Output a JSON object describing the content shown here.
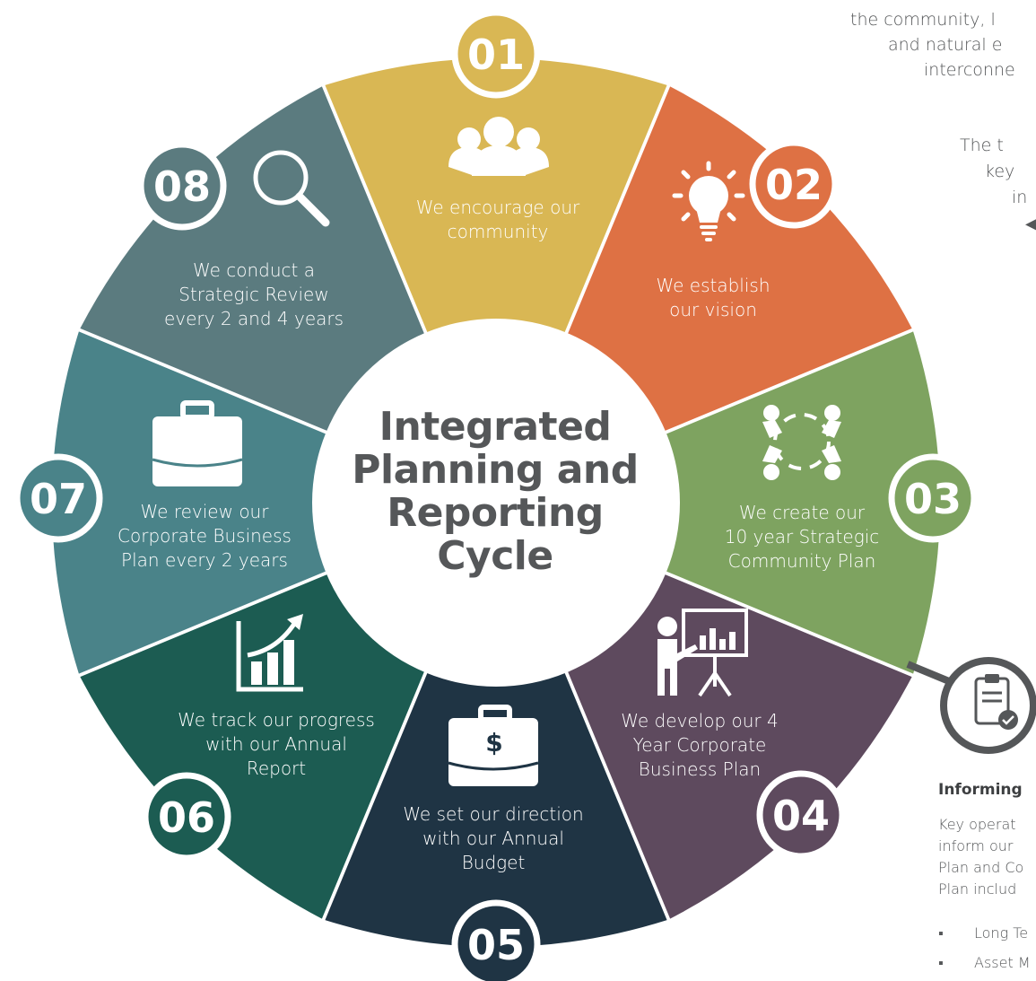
{
  "title": [
    "Integrated",
    "Planning and",
    "Reporting",
    "Cycle"
  ],
  "segments": [
    {
      "number": "01",
      "lines": [
        "We encourage our",
        "community"
      ],
      "color": "#d9b754",
      "icon": "people-group-icon"
    },
    {
      "number": "02",
      "lines": [
        "We establish",
        "our vision"
      ],
      "color": "#de7144",
      "icon": "lightbulb-icon"
    },
    {
      "number": "03",
      "lines": [
        "We create our",
        "10 year Strategic",
        "Community Plan"
      ],
      "color": "#7ea360",
      "icon": "round-table-icon"
    },
    {
      "number": "04",
      "lines": [
        "We develop our 4",
        "Year Corporate",
        "Business Plan"
      ],
      "color": "#5e4a5e",
      "icon": "presentation-icon"
    },
    {
      "number": "05",
      "lines": [
        "We set our direction",
        "with our Annual",
        "Budget"
      ],
      "color": "#1f3444",
      "icon": "money-briefcase-icon"
    },
    {
      "number": "06",
      "lines": [
        "We track our progress",
        "with our Annual",
        "Report"
      ],
      "color": "#1c5c52",
      "icon": "growth-chart-icon"
    },
    {
      "number": "07",
      "lines": [
        "We review our",
        "Corporate Business",
        "Plan every 2 years"
      ],
      "color": "#4a8389",
      "icon": "briefcase-icon"
    },
    {
      "number": "08",
      "lines": [
        "We conduct a",
        "Strategic Review",
        "every 2 and 4 years"
      ],
      "color": "#5b7b7f",
      "icon": "magnifier-icon"
    }
  ],
  "intro": [
    "the community, l",
    "and natural e",
    "interconne"
  ],
  "intro2": [
    "The t",
    "key",
    "in"
  ],
  "arrow": "◀",
  "informing": {
    "title": "Informing",
    "desc": [
      "Key operat",
      "inform our",
      "Plan and Co",
      "Plan includ"
    ],
    "items": [
      "Long Te",
      "Asset M"
    ],
    "bullet": "▪"
  }
}
